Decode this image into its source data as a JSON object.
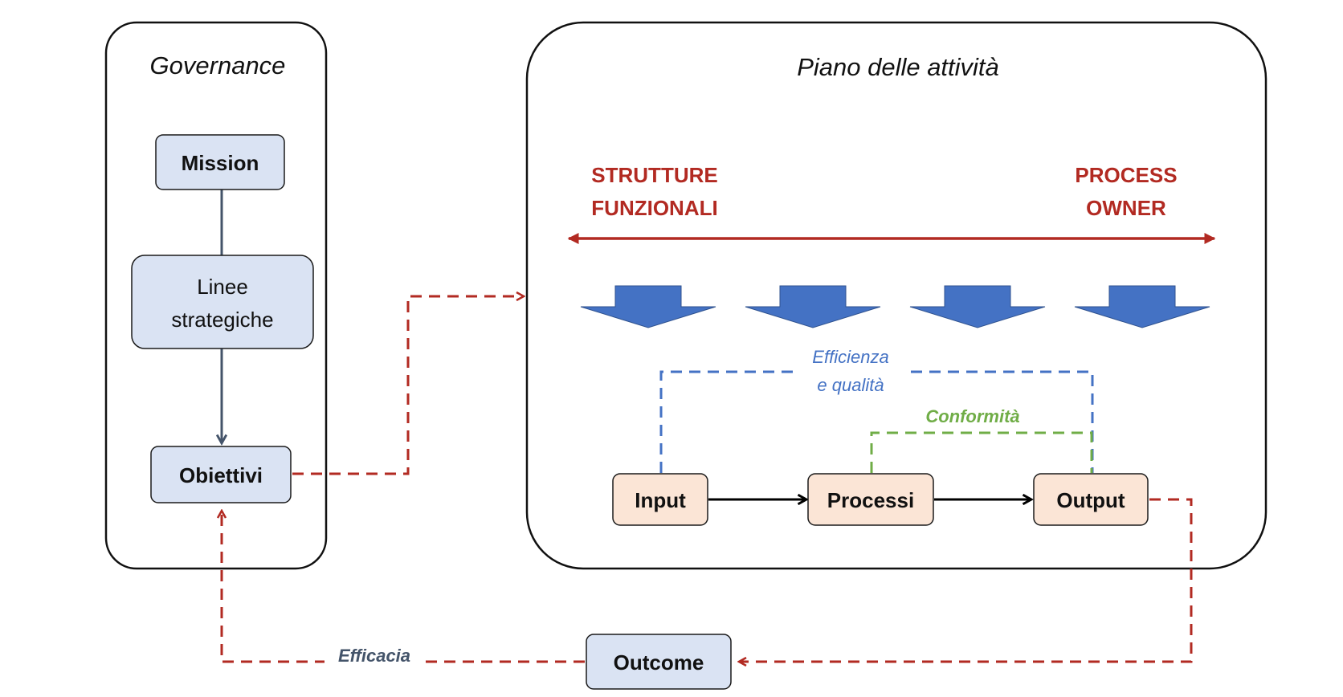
{
  "governance": {
    "title": "Governance",
    "mission": "Mission",
    "linee_line1": "Linee",
    "linee_line2": "strategiche",
    "obiettivi": "Obiettivi"
  },
  "piano": {
    "title": "Piano delle attività",
    "left_label_line1": "STRUTTURE",
    "left_label_line2": "FUNZIONALI",
    "right_label_line1": "PROCESS",
    "right_label_line2": "OWNER",
    "efficienza_line1": "Efficienza",
    "efficienza_line2": "e qualità",
    "conformita": "Conformità",
    "input": "Input",
    "processi": "Processi",
    "output": "Output"
  },
  "outcome": "Outcome",
  "efficacia": "Efficacia",
  "colors": {
    "red": "#b22a22",
    "blue": "#4472c4",
    "green": "#70ad47",
    "box_blue": "#dae3f3",
    "box_peach": "#fbe5d6"
  },
  "icons": [
    "down-arrow-icon",
    "down-arrow-icon",
    "down-arrow-icon",
    "down-arrow-icon"
  ]
}
